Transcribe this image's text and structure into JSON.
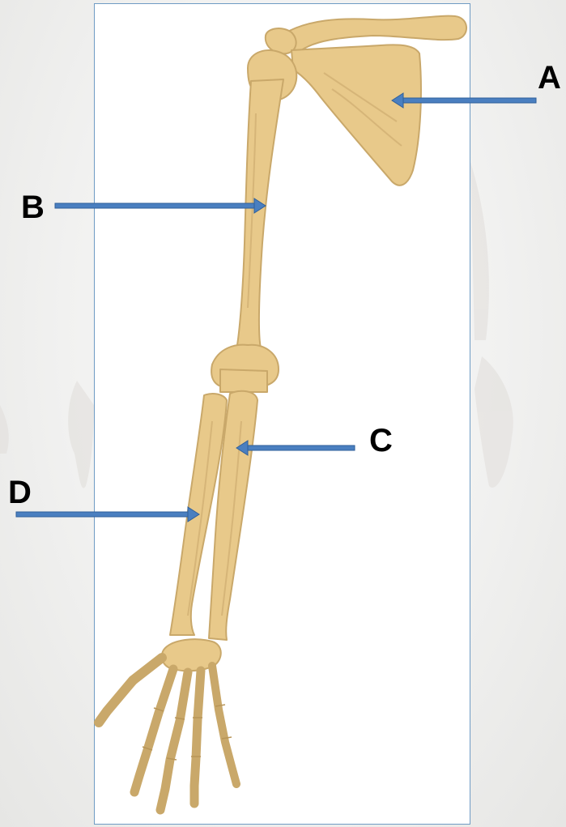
{
  "labels": {
    "a": "A",
    "b": "B",
    "c": "C",
    "d": "D"
  },
  "colors": {
    "bone_fill": "#e8c98a",
    "bone_outline": "#c9a86a",
    "bone_shadow": "#d6b578",
    "arrow": "#4a7fc0",
    "arrow_outline": "#2f5f9a",
    "frame": "#6f9bc4"
  },
  "icons": {
    "pointer": "arrow-icon"
  }
}
